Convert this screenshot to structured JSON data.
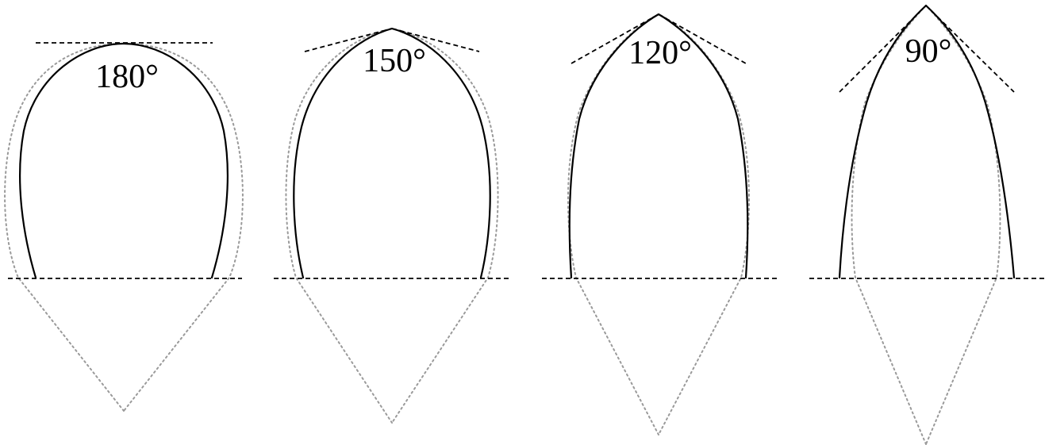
{
  "diagram": {
    "panels": [
      {
        "angle_label": "180°",
        "tip_angle_deg": 180
      },
      {
        "angle_label": "150°",
        "tip_angle_deg": 150
      },
      {
        "angle_label": "120°",
        "tip_angle_deg": 120
      },
      {
        "angle_label": "90°",
        "tip_angle_deg": 90
      }
    ],
    "colors": {
      "outline": "#000000",
      "ghost_outline": "#9a9a9a",
      "reference_lines": "#000000",
      "background": "#ffffff"
    }
  }
}
